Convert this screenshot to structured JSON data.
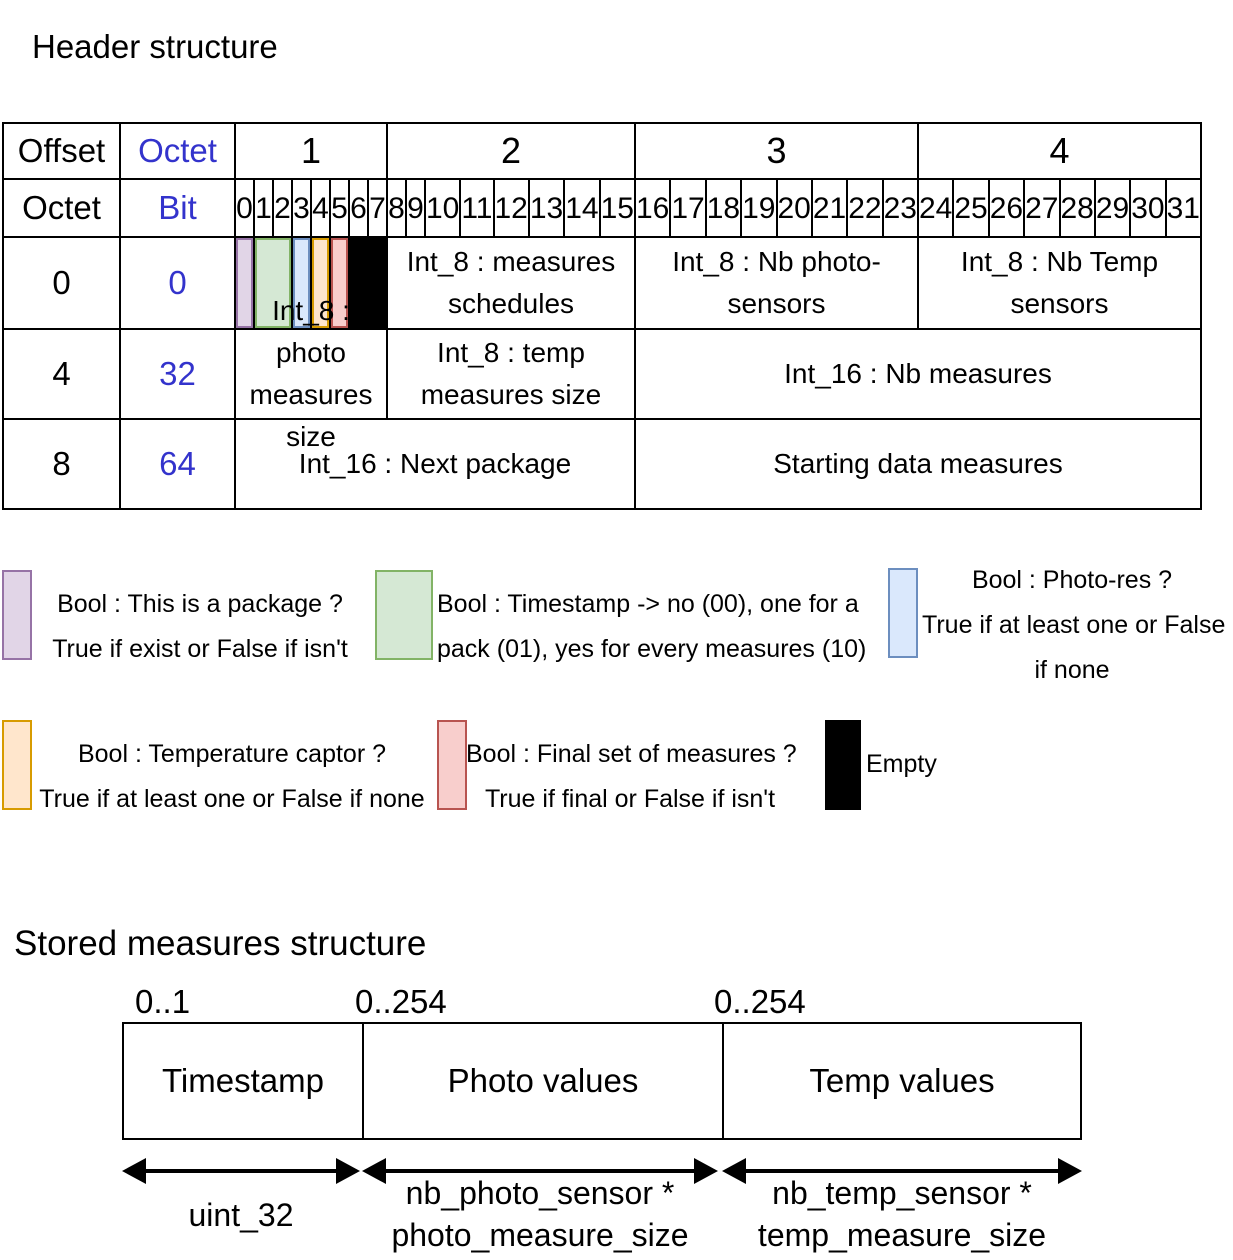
{
  "title": "Header structure",
  "colors": {
    "blue_text": "#3333cc",
    "line": "#000000"
  },
  "header_table": {
    "corner_col1": "Offset",
    "corner_col2": "Octet",
    "octet_groups": [
      "1",
      "2",
      "3",
      "4"
    ],
    "sub_col1": "Octet",
    "sub_col2": "Bit",
    "bit_numbers": [
      "0",
      "1",
      "2",
      "3",
      "4",
      "5",
      "6",
      "7",
      "8",
      "9",
      "10",
      "11",
      "12",
      "13",
      "14",
      "15",
      "16",
      "17",
      "18",
      "19",
      "20",
      "21",
      "22",
      "23",
      "24",
      "25",
      "26",
      "27",
      "28",
      "29",
      "30",
      "31"
    ],
    "rows": [
      {
        "offset": "0",
        "bit": "0",
        "cells": [
          {
            "flag": "package",
            "span": 1
          },
          {
            "flag": "timestamp",
            "span": 2
          },
          {
            "flag": "photo_res",
            "span": 1
          },
          {
            "flag": "temperature",
            "span": 1
          },
          {
            "flag": "final",
            "span": 1
          },
          {
            "flag": "empty",
            "span": 2
          },
          {
            "label": "Int_8 : measures schedules",
            "span": 8
          },
          {
            "label": "Int_8 : Nb photo-sensors",
            "span": 8
          },
          {
            "label": "Int_8 : Nb Temp sensors",
            "span": 8
          }
        ]
      },
      {
        "offset": "4",
        "bit": "32",
        "cells": [
          {
            "label": "Int_8 : photo measures size",
            "span": 8
          },
          {
            "label": "Int_8 : temp measures size",
            "span": 8
          },
          {
            "label": "Int_16 : Nb measures",
            "span": 16
          }
        ]
      },
      {
        "offset": "8",
        "bit": "64",
        "cells": [
          {
            "label": "Int_16 : Next package",
            "span": 16
          },
          {
            "label": "Starting data measures",
            "span": 16
          }
        ]
      }
    ]
  },
  "flag_colors": {
    "package": {
      "fill": "#e1d5e7",
      "stroke": "#9673a6"
    },
    "timestamp": {
      "fill": "#d5e8d4",
      "stroke": "#82b366"
    },
    "photo_res": {
      "fill": "#dae8fc",
      "stroke": "#6c8ebf"
    },
    "temperature": {
      "fill": "#ffe6cc",
      "stroke": "#d79b00"
    },
    "final": {
      "fill": "#f8cecc",
      "stroke": "#b85450"
    },
    "empty": {
      "fill": "#000000",
      "stroke": "#000000"
    }
  },
  "legend": {
    "package": {
      "lines": [
        "Bool : This is a package ?",
        "True if exist or False if isn't"
      ]
    },
    "timestamp": {
      "lines": [
        "Bool : Timestamp -> no (00), one for a",
        "pack (01), yes for every measures (10)"
      ]
    },
    "photo_res": {
      "lines": [
        "Bool : Photo-res ?",
        "True if at least one or False",
        "if none"
      ]
    },
    "temperature": {
      "lines": [
        "Bool : Temperature captor ?",
        "True if at least one or False if none"
      ]
    },
    "final": {
      "lines": [
        "Bool : Final set of measures ?",
        "True if final or False if isn't"
      ]
    },
    "empty": {
      "lines": [
        "Empty"
      ]
    }
  },
  "stored": {
    "title": "Stored measures structure",
    "ranges": [
      "0..1",
      "0..254",
      "0..254"
    ],
    "boxes": [
      "Timestamp",
      "Photo values",
      "Temp values"
    ],
    "sizes": [
      {
        "lines": [
          "uint_32"
        ]
      },
      {
        "lines": [
          "nb_photo_sensor *",
          "photo_measure_size"
        ]
      },
      {
        "lines": [
          "nb_temp_sensor *",
          "temp_measure_size"
        ]
      }
    ]
  }
}
